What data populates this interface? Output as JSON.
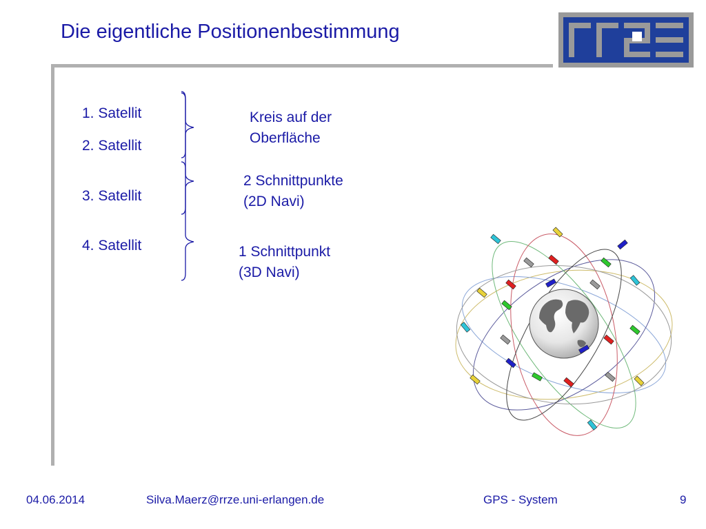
{
  "slide": {
    "title": "Die eigentliche Positionenbestimmung",
    "satellites": [
      "1. Satellit",
      "2. Satellit",
      "3. Satellit",
      "4. Satellit"
    ],
    "results": [
      {
        "line1": "Kreis auf der",
        "line2": "Oberfläche"
      },
      {
        "line1": "2 Schnittpunkte",
        "line2": "(2D Navi)"
      },
      {
        "line1": "1 Schnittpunkt",
        "line2": "(3D Navi)"
      }
    ]
  },
  "logo": {
    "name": "rrze-logo",
    "colors": {
      "blue": "#1f3f9b",
      "frame": "#9a9a9a"
    }
  },
  "footer": {
    "date": "04.06.2014",
    "email": "Silva.Maerz@rrze.uni-erlangen.de",
    "topic": "GPS - System",
    "page": "9"
  },
  "colors": {
    "text": "#1a1aa6",
    "rule": "#b0b0b0"
  }
}
